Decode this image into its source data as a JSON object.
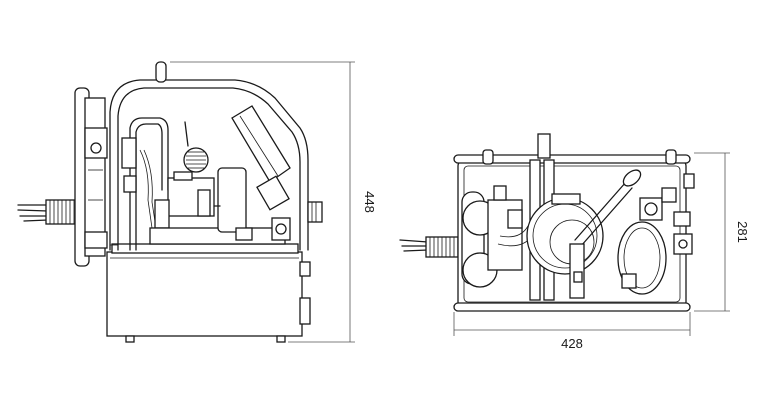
{
  "dimensions": {
    "height_side": "448",
    "height_top": "281",
    "width_top": "428"
  }
}
